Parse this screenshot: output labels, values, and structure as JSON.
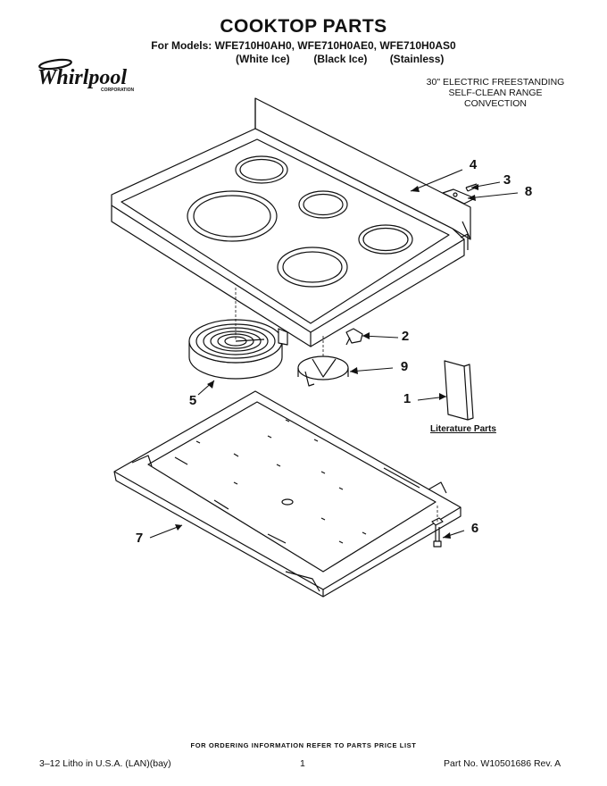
{
  "header": {
    "title": "COOKTOP PARTS",
    "models_line": "For Models: WFE710H0AH0, WFE710H0AE0, WFE710H0AS0",
    "finishes": [
      "(White Ice)",
      "(Black Ice)",
      "(Stainless)"
    ]
  },
  "logo": {
    "brand": "Whirlpool",
    "sub": "CORPORATION"
  },
  "product_description": [
    "30\" ELECTRIC FREESTANDING",
    "SELF-CLEAN RANGE",
    "CONVECTION"
  ],
  "callouts": [
    "4",
    "3",
    "8",
    "2",
    "9",
    "5",
    "1",
    "7",
    "6"
  ],
  "literature_label": "Literature Parts",
  "footer": {
    "ordering_info": "FOR ORDERING INFORMATION REFER TO PARTS PRICE LIST",
    "litho": "3–12 Litho in U.S.A. (LAN)(bay)",
    "page_number": "1",
    "part_no": "Part No. W10501686 Rev. A"
  }
}
